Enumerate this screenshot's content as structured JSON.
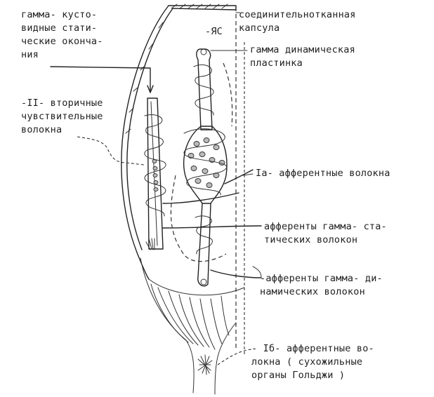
{
  "labels": {
    "gamma_bush": "гамма- кусто-\nвидные стати-\nческие оконча-\nния",
    "secondary_fibers": "-II- вторичные\nчувствительные\nволокна",
    "capsule": "соединительнотканная\nкапсула",
    "nuclear_bag": "-ЯС",
    "gamma_dynamic_plate": "гамма динамическая\nпластинка",
    "ia_afferent": "Ia- афферентные волокна",
    "gamma_static_afferents": "афференты гамма- ста-\nтических волокон",
    "gamma_dynamic_afferents": "-афференты гамма- ди-\nнамических волокон",
    "ib_afferent": "- Iб- афферентные во-\nлокна ( сухожильные\nорганы Гольджи )"
  },
  "colors": {
    "ink": "#222222",
    "paper": "#ffffff",
    "stipple": "#bbbbbb"
  }
}
